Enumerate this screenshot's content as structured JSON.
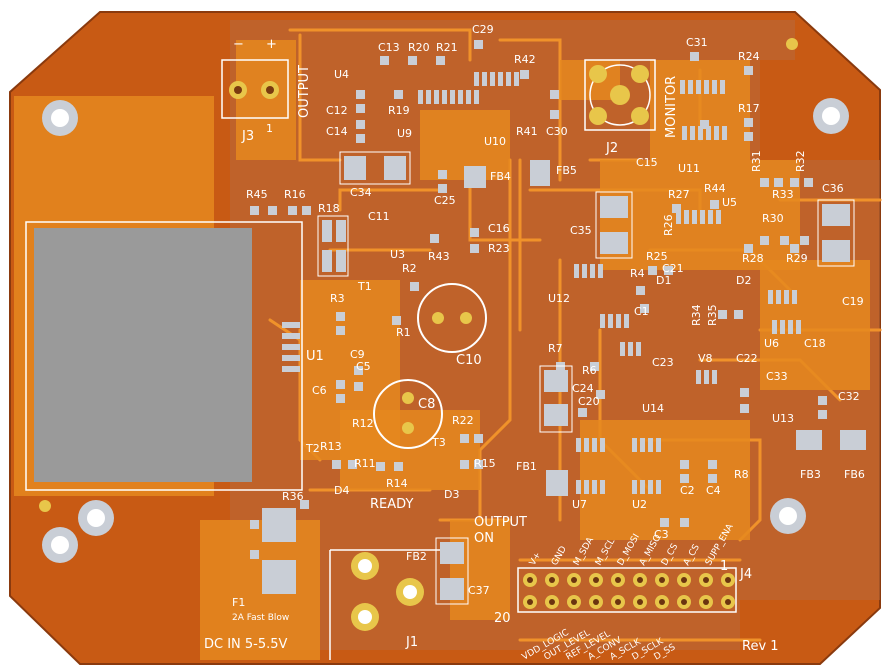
{
  "colors": {
    "board": "#c85a14",
    "inner": "#b86a3c",
    "copper": "#e5881f",
    "trace": "#f0922a",
    "pad": "#c9ced6",
    "pad_dark": "#8c949e",
    "gold": "#e8c64a",
    "silk": "#ffffff",
    "lcd": "#9a9a9a"
  },
  "refs": {
    "c13": "C13",
    "r20": "R20",
    "r21": "R21",
    "c29": "C29",
    "c31": "C31",
    "r24": "R24",
    "u4": "U4",
    "r42": "R42",
    "c12": "C12",
    "r19": "R19",
    "c14": "C14",
    "u9": "U9",
    "u10": "U10",
    "r41": "R41",
    "c30": "C30",
    "j2": "J2",
    "monitor": "MONITOR",
    "r17": "R17",
    "j3": "J3",
    "j3_pin1": "1",
    "output": "OUTPUT",
    "minus": "−",
    "plus": "+",
    "c34": "C34",
    "fb4": "FB4",
    "fb5": "FB5",
    "c15": "C15",
    "u11": "U11",
    "r31": "R31",
    "r32": "R32",
    "r45": "R45",
    "r16": "R16",
    "c25": "C25",
    "r27": "R27",
    "r44": "R44",
    "u5": "U5",
    "r33": "R33",
    "c36": "C36",
    "r18": "R18",
    "c11": "C11",
    "c16": "C16",
    "c35": "C35",
    "r26": "R26",
    "r30": "R30",
    "u3": "U3",
    "r43": "R43",
    "r23": "R23",
    "r25": "R25",
    "r28": "R28",
    "r29": "R29",
    "r2": "R2",
    "c21": "C21",
    "t1": "T1",
    "r4": "R4",
    "d1": "D1",
    "d2": "D2",
    "r3": "R3",
    "u12": "U12",
    "c19": "C19",
    "r1": "R1",
    "c1": "C1",
    "r34": "R34",
    "r35": "R35",
    "c10": "C10",
    "u6": "U6",
    "c18": "C18",
    "u1": "U1",
    "c9": "C9",
    "r7": "R7",
    "c23": "C23",
    "v8": "V8",
    "c22": "C22",
    "c5": "C5",
    "r6": "R6",
    "c6": "C6",
    "c24": "C24",
    "c33": "C33",
    "c8": "C8",
    "u14": "U14",
    "u13": "U13",
    "c32": "C32",
    "c20": "C20",
    "r12": "R12",
    "r22": "R22",
    "t3": "T3",
    "t2": "T2",
    "r13": "R13",
    "r8": "R8",
    "fb1": "FB1",
    "r11": "R11",
    "r15": "R15",
    "r14": "R14",
    "fb3": "FB3",
    "fb6": "FB6",
    "c2": "C2",
    "c4": "C4",
    "u7": "U7",
    "u2": "U2",
    "r36": "R36",
    "d4": "D4",
    "ready": "READY",
    "d3": "D3",
    "output_on": "OUTPUT\nON",
    "c3": "C3",
    "fb2": "FB2",
    "j4": "J4",
    "c37": "C37",
    "f1": "F1",
    "fuse": "2A Fast Blow",
    "dc_in": "DC IN 5-5.5V",
    "j1": "J1",
    "rev": "Rev 1",
    "pin20": "20",
    "pin1": "1"
  },
  "header_top": [
    "V+",
    "GND",
    "M_SDA",
    "M_SCL",
    "D_MOSI",
    "A_MISO",
    "D_CS",
    "A_CS",
    "SUPP_ENA"
  ],
  "header_bottom": [
    "VDD_LOGIC",
    "OUT_LEVEL",
    "REF_LEVEL",
    "A_CONV",
    "A_SCLK",
    "D_SCLK",
    "D_SS"
  ]
}
